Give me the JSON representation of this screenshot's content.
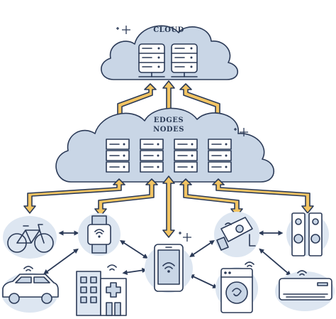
{
  "diagram": {
    "cloud_label": "CLOUD",
    "edge_label_line1": "EDGES",
    "edge_label_line2": "NODES"
  },
  "colors": {
    "cloud_fill": "#c9d6e6",
    "cloud_fill_light": "#dde6f1",
    "arrow_fill": "#f2c462",
    "outline": "#2b3a57",
    "device_bg": "#dde6f1"
  },
  "devices": [
    {
      "name": "bicycle",
      "icon": "bicycle-icon"
    },
    {
      "name": "smartwatch",
      "icon": "smartwatch-icon"
    },
    {
      "name": "tablet",
      "icon": "tablet-icon"
    },
    {
      "name": "security-camera",
      "icon": "camera-icon"
    },
    {
      "name": "speakers",
      "icon": "speakers-icon"
    },
    {
      "name": "car",
      "icon": "car-icon"
    },
    {
      "name": "hospital",
      "icon": "hospital-icon"
    },
    {
      "name": "washing-machine",
      "icon": "washing-machine-icon"
    },
    {
      "name": "air-conditioner",
      "icon": "air-conditioner-icon"
    }
  ]
}
